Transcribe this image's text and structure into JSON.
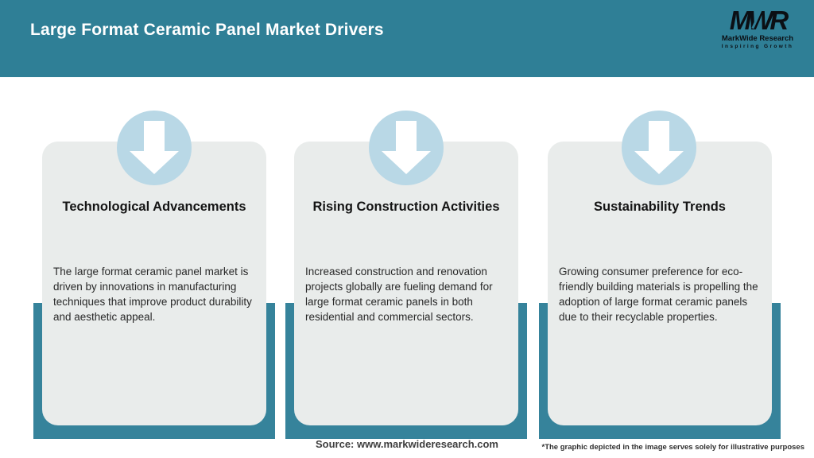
{
  "header": {
    "title": "Large Format Ceramic Panel Market Drivers"
  },
  "logo": {
    "monogram": "MWR",
    "name": "MarkWide Research",
    "tagline": "Inspiring Growth"
  },
  "cards": [
    {
      "title": "Technological Advancements",
      "body": "The large format ceramic panel market is driven by innovations in manufacturing techniques that improve product durability and aesthetic appeal."
    },
    {
      "title": "Rising Construction Activities",
      "body": "Increased construction and renovation projects globally are fueling demand for large format ceramic panels in both residential and commercial sectors."
    },
    {
      "title": "Sustainability Trends",
      "body": "Growing consumer preference for eco-friendly building materials is propelling the adoption of large format ceramic panels due to their recyclable properties."
    }
  ],
  "footer": {
    "source": "Source: www.markwideresearch.com",
    "disclaimer": "*The graphic depicted in the image serves solely for illustrative purposes"
  },
  "colors": {
    "teal": "#2f7f96",
    "band": "#36839b",
    "circle": "#b9d8e6",
    "card_bg": "#e9eceb",
    "title_text": "#141414",
    "body_text": "#282828",
    "logo_text": "#0b0f14"
  }
}
